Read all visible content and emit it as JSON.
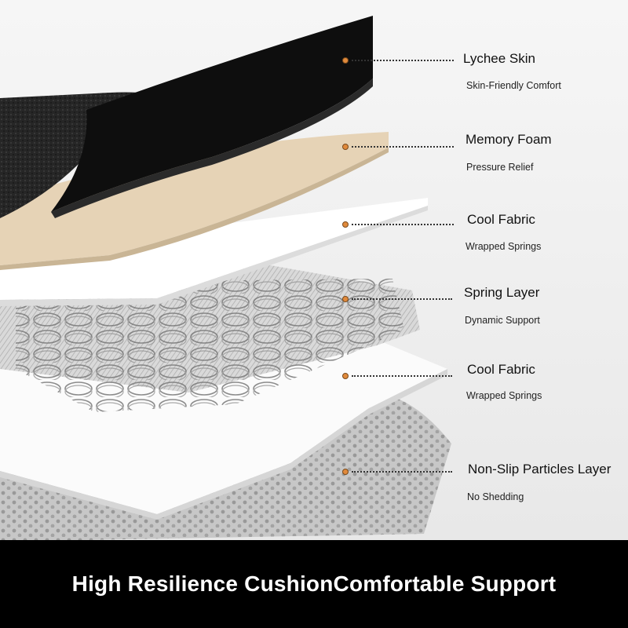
{
  "colors": {
    "marker_dot": "#e08a3c",
    "lychee_skin": "#0e0e0e",
    "memory_foam": "#e6d3b6",
    "fabric": "#ffffff",
    "banner_bg": "#000000",
    "banner_text": "#ffffff"
  },
  "layers": [
    {
      "title": "Lychee Skin",
      "subtitle": "Skin-Friendly Comfort"
    },
    {
      "title": "Memory Foam",
      "subtitle": "Pressure Relief"
    },
    {
      "title": "Cool Fabric",
      "subtitle": "Wrapped Springs"
    },
    {
      "title": "Spring Layer",
      "subtitle": "Dynamic Support"
    },
    {
      "title": "Cool Fabric",
      "subtitle": "Wrapped Springs"
    },
    {
      "title": "Non-Slip Particles Layer",
      "subtitle": "No Shedding"
    }
  ],
  "banner": {
    "text": "High Resilience CushionComfortable Support"
  }
}
